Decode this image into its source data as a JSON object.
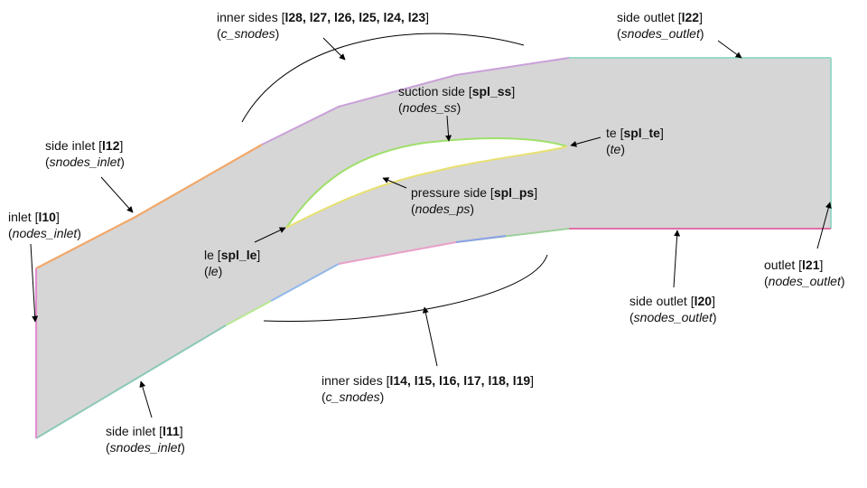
{
  "labels": {
    "inner_top": {
      "text": "inner sides [",
      "ids": "l28, l27, l26, l25, l24, l23",
      "close": "]",
      "var": "c_snodes"
    },
    "side_outlet_top": {
      "text": "side outlet [",
      "ids": "l22",
      "close": "]",
      "var": "snodes_outlet"
    },
    "suction": {
      "text": "suction side [",
      "ids": "spl_ss",
      "close": "]",
      "var": "nodes_ss"
    },
    "te": {
      "text": "te [",
      "ids": "spl_te",
      "close": "]",
      "var": "te"
    },
    "side_inlet_top": {
      "text": "side inlet [",
      "ids": "l12",
      "close": "]",
      "var": "snodes_inlet"
    },
    "pressure": {
      "text": "pressure side [",
      "ids": "spl_ps",
      "close": "]",
      "var": "nodes_ps"
    },
    "inlet": {
      "text": "inlet [",
      "ids": "l10",
      "close": "]",
      "var": "nodes_inlet"
    },
    "le": {
      "text": "le [",
      "ids": "spl_le",
      "close": "]",
      "var": "le"
    },
    "outlet": {
      "text": "outlet [",
      "ids": "l21",
      "close": "]",
      "var": "nodes_outlet"
    },
    "side_outlet_bot": {
      "text": "side outlet [",
      "ids": "l20",
      "close": "]",
      "var": "snodes_outlet"
    },
    "inner_bot": {
      "text": "inner sides [",
      "ids": "l14, l15, l16, l17, l18, l19",
      "close": "]",
      "var": "c_snodes"
    },
    "side_inlet_bot": {
      "text": "side inlet [",
      "ids": "l11",
      "close": "]",
      "var": "snodes_inlet"
    }
  },
  "colors": {
    "domain_fill": "#d6d6d6",
    "blade_fill": "#ffffff",
    "suction_edge": "#9fe06a",
    "pressure_edge": "#e8e070",
    "inlet_edge": "#e48fcf",
    "side_inlet_edge": "#f2a86a",
    "outlet_edge": "#9ad8c8",
    "side_outlet_bottom_edge": "#e06fa8"
  }
}
